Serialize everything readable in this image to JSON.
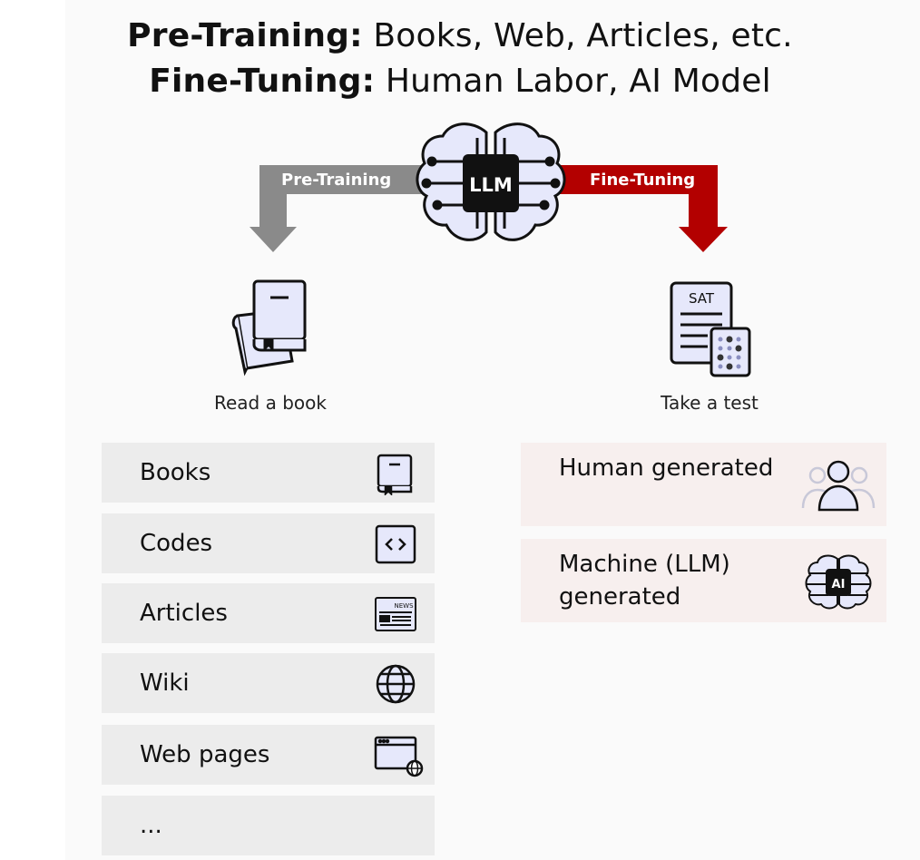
{
  "title": {
    "line1_bold": "Pre-Training:",
    "line1_rest": " Books, Web, Articles, etc.",
    "line2_bold": "Fine-Tuning:",
    "line2_rest": " Human Labor, AI Model"
  },
  "center": {
    "llm_label": "LLM"
  },
  "arrows": {
    "pretraining_label": "Pre-Training",
    "finetuning_label": "Fine-Tuning",
    "pretraining_color": "#8a8a8a",
    "finetuning_color": "#b30000"
  },
  "left": {
    "caption": "Read a book",
    "items": [
      {
        "label": "Books",
        "icon": "book-icon"
      },
      {
        "label": "Codes",
        "icon": "code-icon"
      },
      {
        "label": "Articles",
        "icon": "newspaper-icon"
      },
      {
        "label": "Wiki",
        "icon": "globe-icon"
      },
      {
        "label": "Web pages",
        "icon": "web-page-icon"
      },
      {
        "label": "...",
        "icon": ""
      }
    ]
  },
  "right": {
    "caption": "Take a test",
    "test_icon_text": "SAT",
    "items": [
      {
        "label": "Human generated",
        "icon": "people-icon"
      },
      {
        "label": "Machine (LLM) generated",
        "icon": "ai-brain-icon"
      }
    ]
  },
  "icon_text": {
    "news": "NEWS",
    "ai": "AI"
  },
  "colors": {
    "item_bg": "#ececec",
    "finetune_item_bg": "#f7efee",
    "icon_fill": "#e6e8fb"
  }
}
